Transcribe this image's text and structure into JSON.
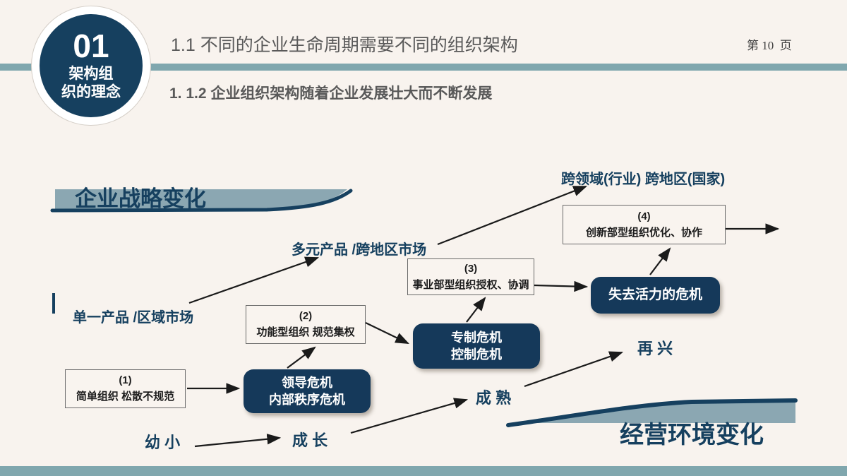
{
  "header": {
    "section_number": "01",
    "section_title_line1": "架构组",
    "section_title_line2": "织的理念",
    "title": "1.1 不同的企业生命周期需要不同的组织架构",
    "page_label": "第 10  页",
    "subtitle": "1. 1.2 企业组织架构随着企业发展壮大而不断发展"
  },
  "diagram": {
    "strategy_axis_label": "企业战略变化",
    "environment_axis_label": "经营环境变化",
    "strategy_levels": [
      "单一产品 /区域市场",
      "多元产品 /跨地区市场",
      "跨领域(行业) 跨地区(国家)"
    ],
    "stages": [
      "幼 小",
      "成 长",
      "成 熟",
      "再 兴"
    ],
    "org_boxes": [
      {
        "number": "(1)",
        "label": "简单组织 松散不规范"
      },
      {
        "number": "(2)",
        "label": "功能型组织 规范集权"
      },
      {
        "number": "(3)",
        "label": "事业部型组织授权、协调"
      },
      {
        "number": "(4)",
        "label": "创新部型组织优化、协作"
      }
    ],
    "crisis_boxes": [
      {
        "line1": "领导危机",
        "line2": "内部秩序危机"
      },
      {
        "line1": "专制危机",
        "line2": "控制危机"
      },
      {
        "line1": "失去活力的危机",
        "line2": ""
      }
    ]
  },
  "colors": {
    "background": "#f8f3ee",
    "navy": "#16405f",
    "teal_bar": "#80a7ae",
    "swoosh_fill": "#8ba7b2",
    "title_gray": "#595959",
    "arrow": "#1a1a1a"
  }
}
